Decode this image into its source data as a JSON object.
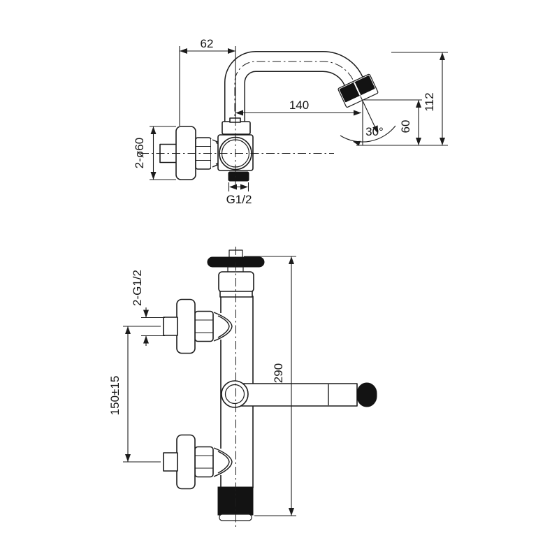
{
  "meta": {
    "background_color": "#ffffff",
    "line_color": "#1c1c1c",
    "solid_fill_color": "#131313"
  },
  "top_view": {
    "wall_to_axis": "62",
    "spout_reach": "140",
    "overall_height": "112",
    "spout_drop": "60",
    "aerator_angle": "30°",
    "escutcheon_diameter": "2-ø60",
    "outlet_thread": "G1/2"
  },
  "bottom_view": {
    "inlet_thread": "2-G1/2",
    "inlet_spacing": "150±15",
    "overall_length": "290"
  }
}
